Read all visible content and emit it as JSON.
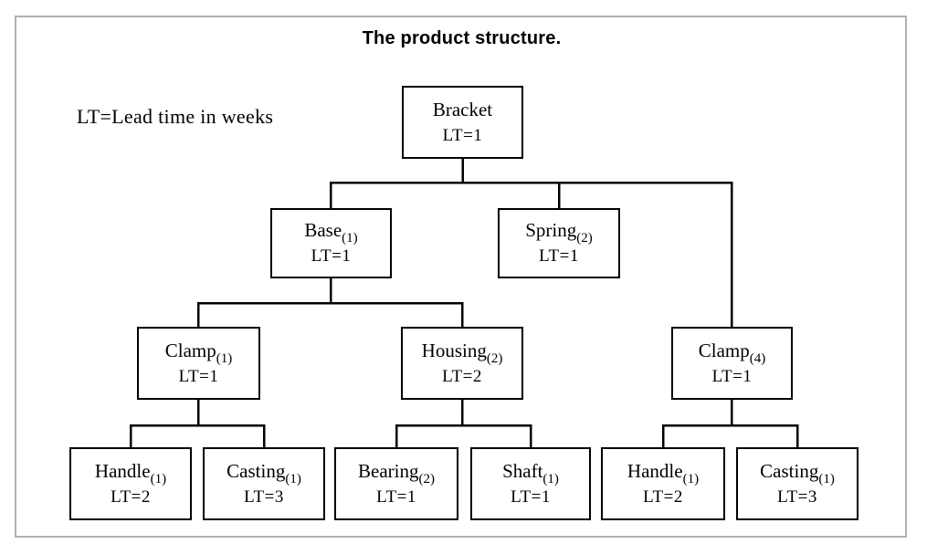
{
  "title": "The product structure.",
  "legend": "LT=Lead time in weeks",
  "colors": {
    "line": "#000000",
    "frame_border": "#b0b0b0",
    "background": "#ffffff",
    "text": "#000000"
  },
  "nodes": [
    {
      "id": "bracket",
      "name": "Bracket",
      "lt": "LT=1",
      "parent": null,
      "level": 0
    },
    {
      "id": "base",
      "name": "Base",
      "qty": "(1)",
      "lt": "LT=1",
      "parent": "Bracket",
      "level": 1
    },
    {
      "id": "spring",
      "name": "Spring",
      "qty": "(2)",
      "lt": "LT=1",
      "parent": "Bracket",
      "level": 1
    },
    {
      "id": "clamp-base",
      "name": "Clamp",
      "qty": "(1)",
      "lt": "LT=1",
      "parent": "Base",
      "level": 2
    },
    {
      "id": "housing",
      "name": "Housing",
      "qty": "(2)",
      "lt": "LT=2",
      "parent": "Base",
      "level": 2
    },
    {
      "id": "clamp-root",
      "name": "Clamp",
      "qty": "(4)",
      "lt": "LT=1",
      "parent": "Bracket",
      "level": 2
    },
    {
      "id": "handle-left",
      "name": "Handle",
      "qty": "(1)",
      "lt": "LT=2",
      "parent": "Clamp(1)",
      "level": 3
    },
    {
      "id": "casting-left",
      "name": "Casting",
      "qty": "(1)",
      "lt": "LT=3",
      "parent": "Clamp(1)",
      "level": 3
    },
    {
      "id": "bearing",
      "name": "Bearing",
      "qty": "(2)",
      "lt": "LT=1",
      "parent": "Housing",
      "level": 3
    },
    {
      "id": "shaft",
      "name": "Shaft",
      "qty": "(1)",
      "lt": "LT=1",
      "parent": "Housing",
      "level": 3
    },
    {
      "id": "handle-right",
      "name": "Handle",
      "qty": "(1)",
      "lt": "LT=2",
      "parent": "Clamp(4)",
      "level": 3
    },
    {
      "id": "casting-right",
      "name": "Casting",
      "qty": "(1)",
      "lt": "LT=3",
      "parent": "Clamp(4)",
      "level": 3
    }
  ]
}
